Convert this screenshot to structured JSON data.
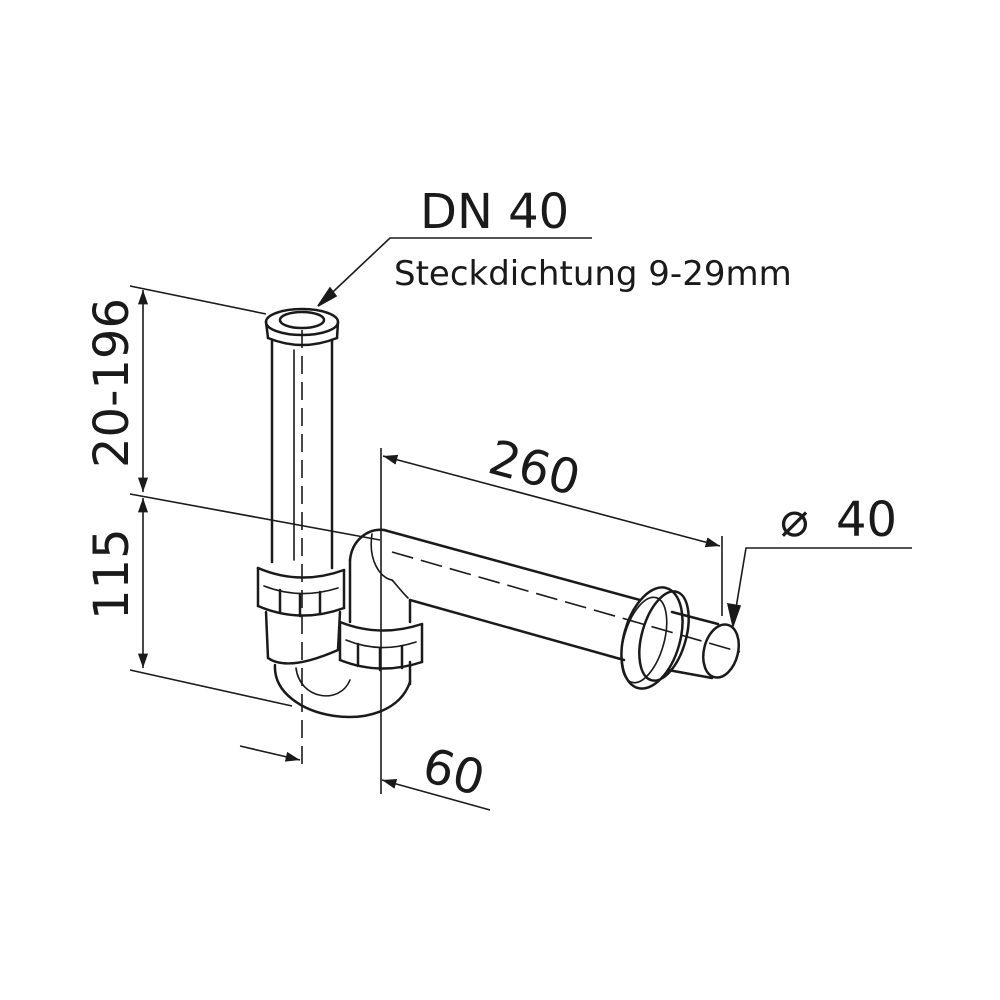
{
  "diagram": {
    "nominal_size": "DN 40",
    "seal_note": "Steckdichtung 9-29mm",
    "dimensions": {
      "adjustable_height": "20-196",
      "base_height": "115",
      "horizontal_length": "260",
      "offset": "60",
      "outlet_diameter": "40"
    },
    "diameter_symbol": "⌀",
    "colors": {
      "line": "#1a1a1a",
      "background": "#ffffff"
    }
  }
}
